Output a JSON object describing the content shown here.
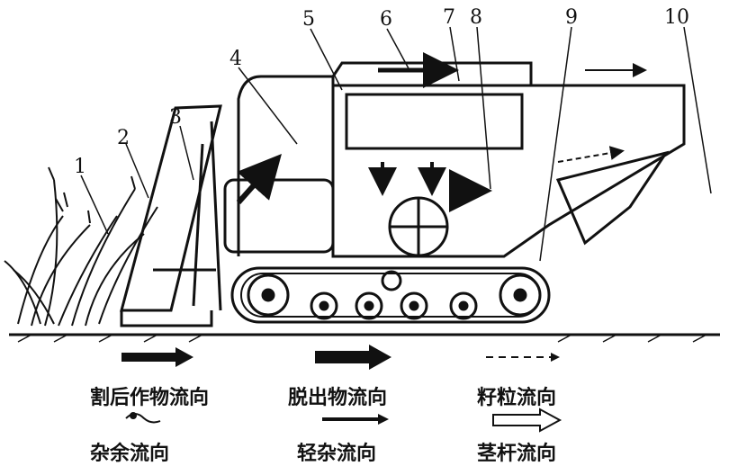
{
  "part_numbers": [
    "1",
    "2",
    "3",
    "4",
    "5",
    "6",
    "7",
    "8",
    "9",
    "10"
  ],
  "legend": {
    "cut_crop_flow": "割后作物流向",
    "threshed_output_flow": "脱出物流向",
    "grain_flow": "籽粒流向",
    "impurity_flow": "杂余流向",
    "light_impurity_flow": "轻杂流向",
    "straw_flow": "茎杆流向"
  }
}
